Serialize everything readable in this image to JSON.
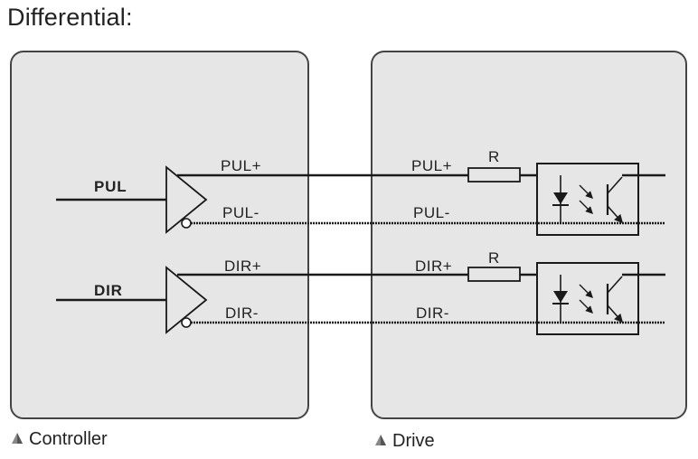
{
  "title": "Differential:",
  "controller": {
    "caption": "Controller",
    "inputs": [
      "PUL",
      "DIR"
    ]
  },
  "drive": {
    "caption": "Drive",
    "resistor_labels": [
      "R",
      "R"
    ]
  },
  "signals": {
    "pul_plus": "PUL+",
    "pul_minus": "PUL-",
    "dir_plus": "DIR+",
    "dir_minus": "DIR-"
  },
  "colors": {
    "box_fill": "#e6e6e6",
    "box_stroke": "#444444",
    "wire": "#1a1a1a"
  },
  "icons": {
    "caption_marker": "triangle-icon",
    "optocoupler": "optocoupler-icon",
    "buffer": "buffer-gate-icon"
  }
}
